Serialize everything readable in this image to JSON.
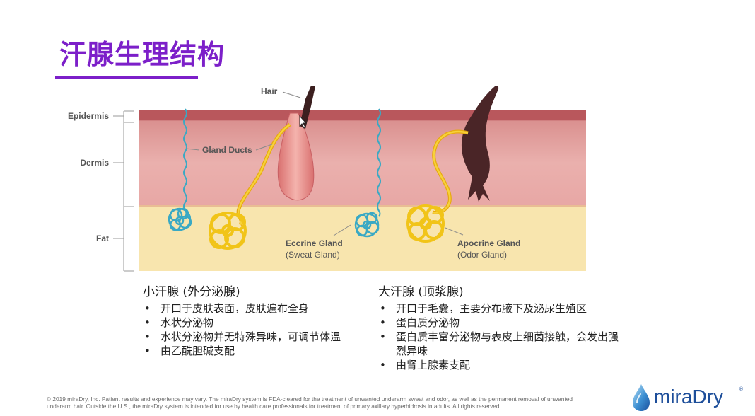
{
  "slide": {
    "title": "汗腺生理结构"
  },
  "diagram": {
    "layer_labels": {
      "epidermis": "Epidermis",
      "dermis": "Dermis",
      "fat": "Fat"
    },
    "labels": {
      "hair": "Hair",
      "gland_ducts": "Gland Ducts",
      "eccrine_title": "Eccrine Gland",
      "eccrine_sub": "(Sweat Gland)",
      "apocrine_title": "Apocrine Gland",
      "apocrine_sub": "(Odor Gland)"
    },
    "colors": {
      "epidermis": "#b8545a",
      "dermis": "#e1a3a0",
      "fat": "#f7e2a8",
      "eccrine": "#3aa9c4",
      "apocrine": "#f2c417",
      "hair": "#3b1f1f",
      "follicle": "#e88a8a"
    }
  },
  "left_column": {
    "heading": "小汗腺 (外分泌腺)",
    "items": [
      "开口于皮肤表面，皮肤遍布全身",
      "水状分泌物",
      "水状分泌物并无特殊异味，可调节体温",
      "由乙酰胆碱支配"
    ]
  },
  "right_column": {
    "heading": "大汗腺 (顶浆腺)",
    "items": [
      "开口于毛囊，主要分布腋下及泌尿生殖区",
      "蛋白质分泌物",
      "蛋白质丰富分泌物与表皮上细菌接触，会发出强烈异味",
      "由肾上腺素支配"
    ]
  },
  "footer": {
    "disclaimer": "© 2019 miraDry, Inc. Patient results and experience may vary. The miraDry system is FDA-cleared for the treatment of unwanted underarm sweat and odor, as well as the permanent removal of unwanted underarm hair. Outside the U.S., the miraDry system is intended for use by health care professionals for treatment of primary axillary hyperhidrosis in adults. All rights reserved."
  },
  "logo": {
    "brand": "miraDry",
    "reg_mark": "®",
    "icon": "water-drop-icon",
    "color": "#1d4e9a"
  }
}
